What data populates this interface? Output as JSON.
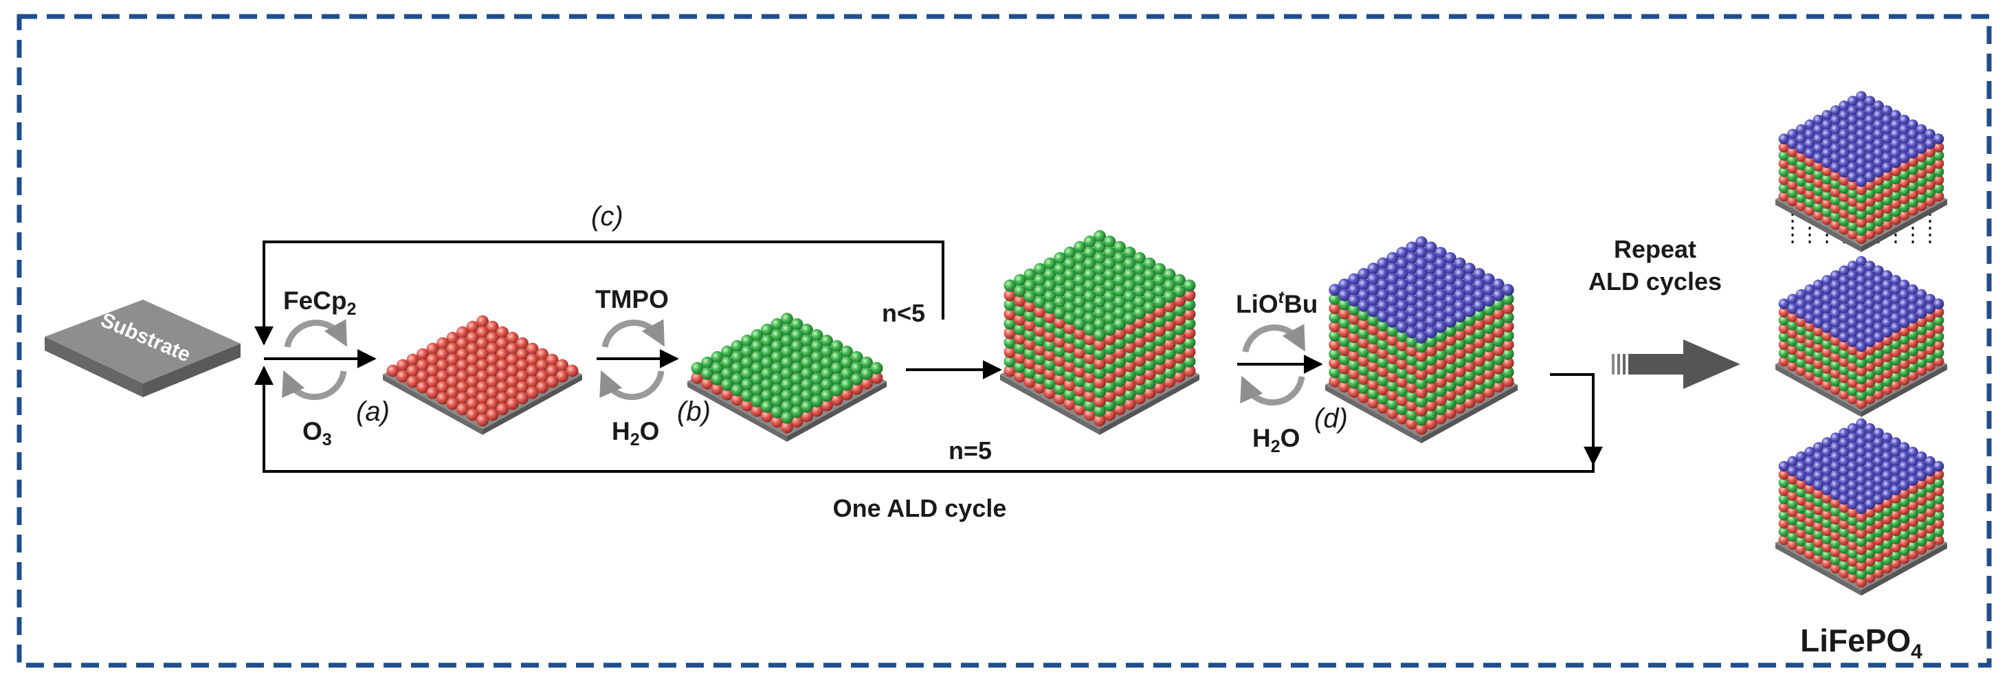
{
  "colors": {
    "frame": "#1f4e8c",
    "fe_layer": "#e0524a",
    "p_layer": "#3fb64e",
    "li_layer": "#5b57c4",
    "substrate": "#8a8a8a"
  },
  "substrate": {
    "label": "Substrate"
  },
  "steps": {
    "a": {
      "label": "(a)",
      "precursor": "FeCp",
      "precursor_sub": "2",
      "reactant": "O",
      "reactant_sub": "3"
    },
    "b": {
      "label": "(b)",
      "precursor": "TMPO",
      "reactant": "H",
      "reactant_sub": "2",
      "reactant_tail": "O"
    },
    "c": {
      "label": "(c)"
    },
    "d": {
      "label": "(d)",
      "precursor": "LiO",
      "precursor_sup": "t",
      "precursor_tail": "Bu",
      "reactant": "H",
      "reactant_sub": "2",
      "reactant_tail": "O"
    }
  },
  "loop": {
    "repeat_condition": "n<5",
    "exit_condition": "n=5",
    "cycle_label": "One ALD cycle"
  },
  "repeat": {
    "line1": "Repeat",
    "line2": "ALD cycles"
  },
  "product": {
    "formula": "LiFePO",
    "formula_sub": "4"
  }
}
